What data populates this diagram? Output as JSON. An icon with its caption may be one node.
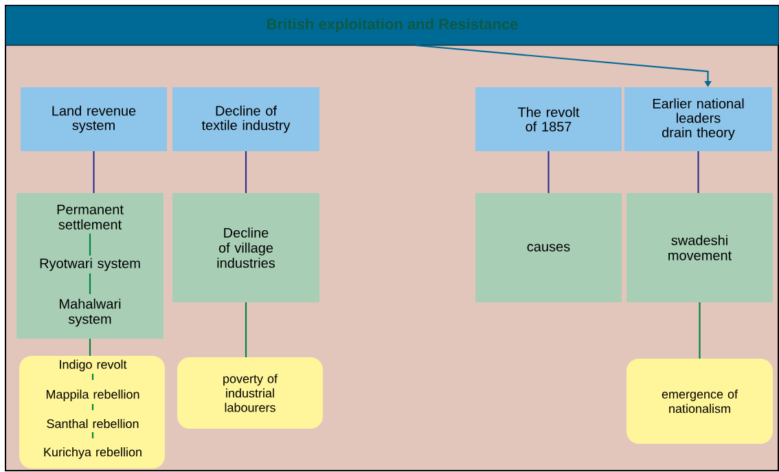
{
  "diagram": {
    "nodes": [
      {
        "text": [
          "British exploitation and Resistance"
        ]
      },
      {
        "text": [
          "Land revenue system"
        ]
      },
      {
        "text": [
          "Decline of textile industry"
        ]
      },
      {
        "text": [
          "The revolt of 1857"
        ]
      },
      {
        "text": [
          "Earlier national leaders drain theory"
        ]
      },
      {
        "text": [],
        "shape": "box"
      },
      {
        "text": [
          "Permanent settlement"
        ],
        "in": 5
      },
      {
        "text": [
          "Ryotwari system"
        ],
        "in": 5
      },
      {
        "text": [
          "Mahalwari system"
        ],
        "in": 5
      },
      {
        "text": [
          "Decline of village industries"
        ]
      },
      {
        "text": [
          "causes"
        ]
      },
      {
        "text": [
          "swadeshi movement"
        ]
      },
      {
        "text": [],
        "shape": "box"
      },
      {
        "text": [
          "Indigo revolt"
        ],
        "in": 12
      },
      {
        "text": [
          "Mappila rebellion"
        ],
        "in": 12
      },
      {
        "text": [
          "Santhal rebellion"
        ],
        "in": 12
      },
      {
        "text": [
          "Kurichya rebellion"
        ],
        "in": 12
      },
      {
        "text": [
          "poverty of industrial labourers"
        ]
      },
      {
        "text": [
          "emergence of nationalism"
        ]
      }
    ],
    "edges": [
      {
        "from": 0,
        "to": 4,
        "arrow": "to",
        "color": "#006a96"
      },
      {
        "from": 1,
        "to": 5,
        "arrow": "none",
        "color": "#2e3192"
      },
      {
        "from": 2,
        "to": 9,
        "arrow": "none",
        "color": "#2e3192"
      },
      {
        "from": 3,
        "to": 10,
        "arrow": "none",
        "color": "#2e3192"
      },
      {
        "from": 4,
        "to": 11,
        "arrow": "none",
        "color": "#2e3192"
      },
      {
        "from": 6,
        "to": 7,
        "arrow": "none"
      },
      {
        "from": 7,
        "to": 8,
        "arrow": "none"
      },
      {
        "from": 5,
        "to": 12,
        "arrow": "none"
      },
      {
        "from": 13,
        "to": 14,
        "arrow": "none",
        "style": "dashed"
      },
      {
        "from": 14,
        "to": 15,
        "arrow": "none",
        "style": "dashed"
      },
      {
        "from": 15,
        "to": 16,
        "arrow": "none",
        "style": "dashed"
      },
      {
        "from": 9,
        "to": 17,
        "arrow": "none"
      },
      {
        "from": 11,
        "to": 18,
        "arrow": "none"
      }
    ]
  }
}
